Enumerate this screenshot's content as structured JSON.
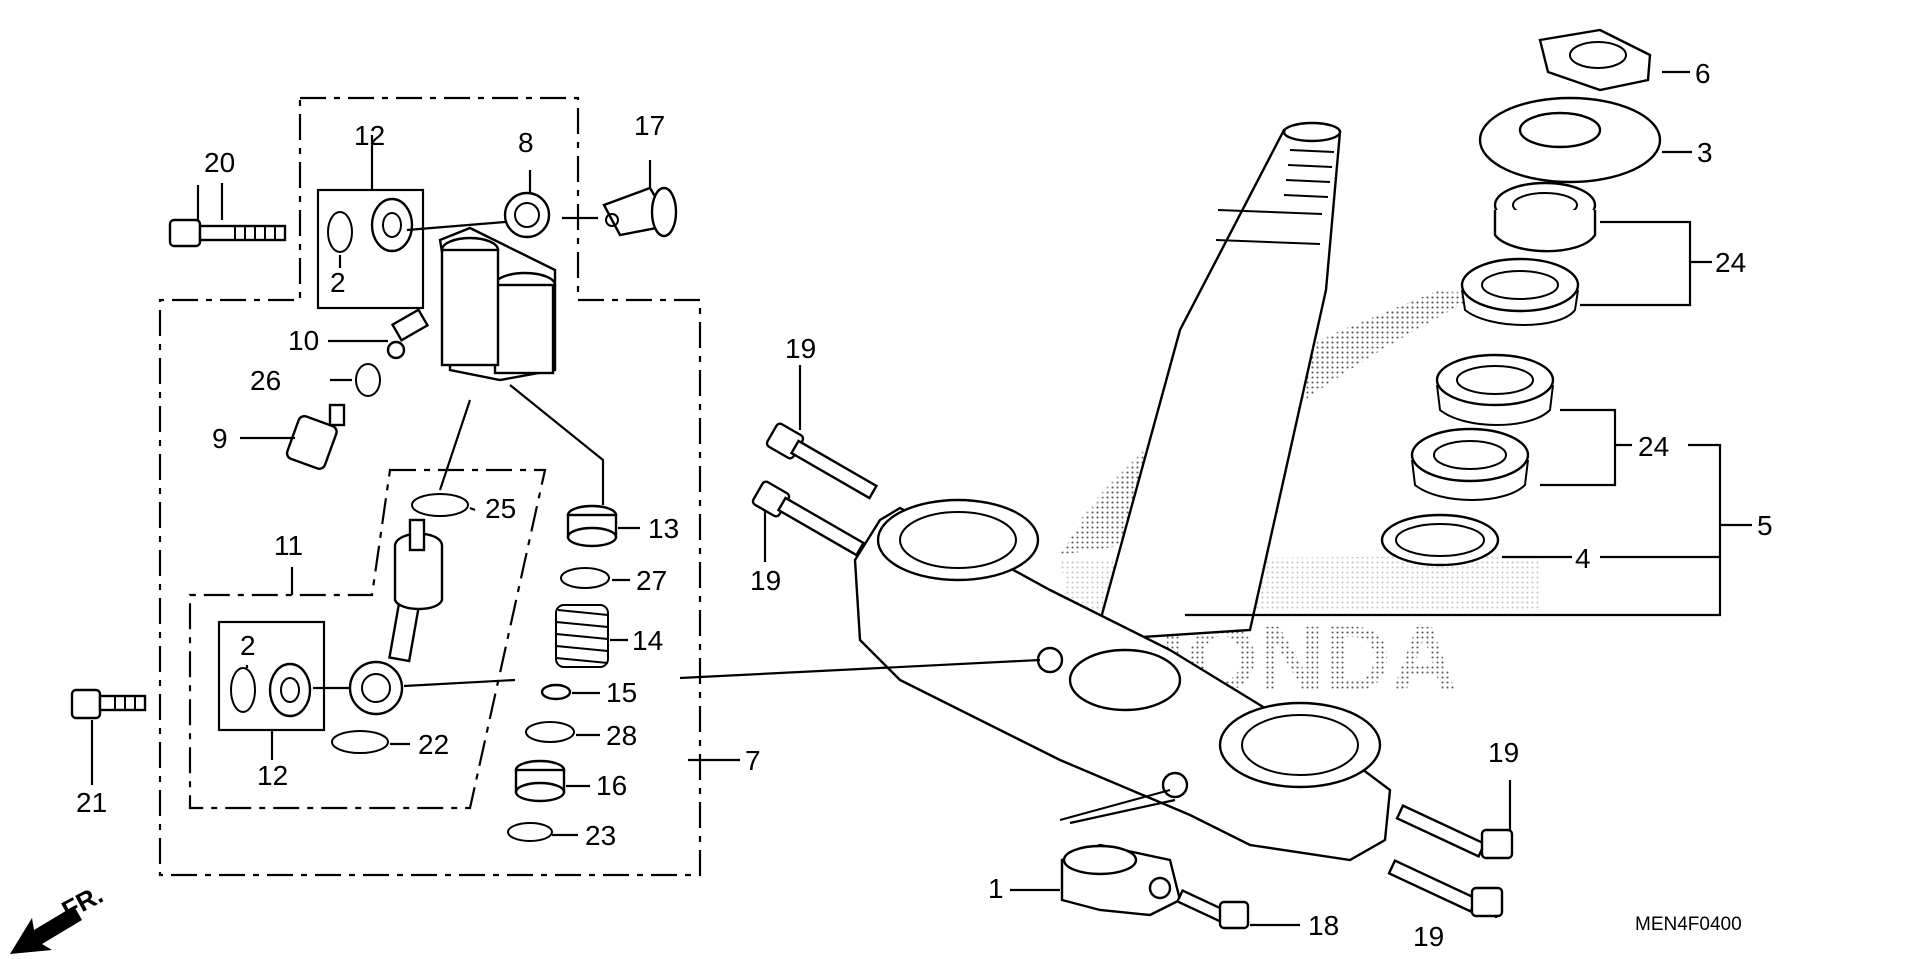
{
  "diagram_code": "MEN4F0400",
  "direction_label": "FR.",
  "watermark": "HONDA",
  "callouts": [
    {
      "id": "c1",
      "text": "1"
    },
    {
      "id": "c2a",
      "text": "2"
    },
    {
      "id": "c2b",
      "text": "2"
    },
    {
      "id": "c3",
      "text": "3"
    },
    {
      "id": "c4",
      "text": "4"
    },
    {
      "id": "c5",
      "text": "5"
    },
    {
      "id": "c6",
      "text": "6"
    },
    {
      "id": "c7",
      "text": "7"
    },
    {
      "id": "c8",
      "text": "8"
    },
    {
      "id": "c9",
      "text": "9"
    },
    {
      "id": "c10",
      "text": "10"
    },
    {
      "id": "c11",
      "text": "11"
    },
    {
      "id": "c12a",
      "text": "12"
    },
    {
      "id": "c12b",
      "text": "12"
    },
    {
      "id": "c13",
      "text": "13"
    },
    {
      "id": "c14",
      "text": "14"
    },
    {
      "id": "c15",
      "text": "15"
    },
    {
      "id": "c16",
      "text": "16"
    },
    {
      "id": "c17",
      "text": "17"
    },
    {
      "id": "c18",
      "text": "18"
    },
    {
      "id": "c19a",
      "text": "19"
    },
    {
      "id": "c19b",
      "text": "19"
    },
    {
      "id": "c19c",
      "text": "19"
    },
    {
      "id": "c19d",
      "text": "19"
    },
    {
      "id": "c20",
      "text": "20"
    },
    {
      "id": "c21",
      "text": "21"
    },
    {
      "id": "c22",
      "text": "22"
    },
    {
      "id": "c23",
      "text": "23"
    },
    {
      "id": "c24a",
      "text": "24"
    },
    {
      "id": "c24b",
      "text": "24"
    },
    {
      "id": "c25",
      "text": "25"
    },
    {
      "id": "c26",
      "text": "26"
    },
    {
      "id": "c27",
      "text": "27"
    },
    {
      "id": "c28",
      "text": "28"
    }
  ]
}
